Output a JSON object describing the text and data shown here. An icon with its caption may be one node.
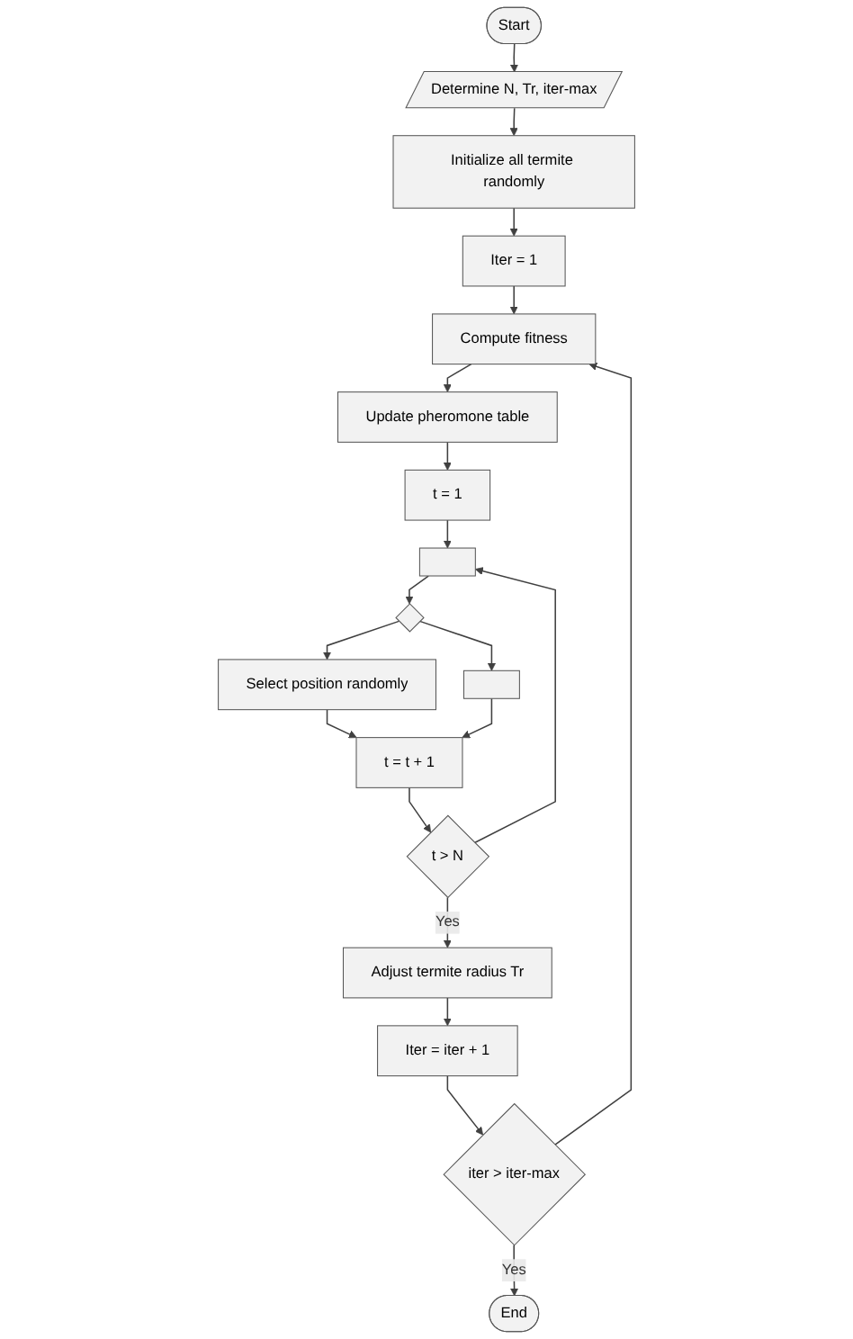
{
  "diagram": {
    "nodes": [
      {
        "text": [
          "Start"
        ]
      },
      {
        "text": [
          "Determine N, Tr, iter-max"
        ]
      },
      {
        "text": [
          "Initialize all termite randomly"
        ]
      },
      {
        "text": [
          "Iter = 1"
        ]
      },
      {
        "text": [
          "Compute fitness"
        ]
      },
      {
        "text": [
          "Update pheromone table"
        ]
      },
      {
        "text": [
          "t = 1"
        ]
      },
      {
        "text": [],
        "shape": "box"
      },
      {
        "text": [],
        "shape": "diamond"
      },
      {
        "text": [
          "Select position randomly"
        ]
      },
      {
        "text": [],
        "shape": "box"
      },
      {
        "text": [
          "t = t + 1"
        ]
      },
      {
        "text": [
          "t > N"
        ]
      },
      {
        "text": [
          "Adjust termite radius Tr"
        ]
      },
      {
        "text": [
          "Iter = iter + 1"
        ]
      },
      {
        "text": [
          "iter  > iter-max"
        ]
      },
      {
        "text": [
          "End"
        ]
      }
    ],
    "edges": [
      {
        "from": 0,
        "to": 1,
        "arrow": "to"
      },
      {
        "from": 1,
        "to": 2,
        "arrow": "to"
      },
      {
        "from": 2,
        "to": 3,
        "arrow": "to"
      },
      {
        "from": 3,
        "to": 4,
        "arrow": "to"
      },
      {
        "from": 4,
        "to": 5,
        "arrow": "to"
      },
      {
        "from": 5,
        "to": 6,
        "arrow": "to"
      },
      {
        "from": 6,
        "to": 7,
        "arrow": "to"
      },
      {
        "from": 7,
        "to": 8,
        "arrow": "to"
      },
      {
        "from": 8,
        "to": 9,
        "arrow": "to"
      },
      {
        "from": 8,
        "to": 10,
        "arrow": "to"
      },
      {
        "from": 9,
        "to": 11,
        "arrow": "to"
      },
      {
        "from": 10,
        "to": 11,
        "arrow": "to"
      },
      {
        "from": 11,
        "to": 12,
        "arrow": "to"
      },
      {
        "from": 12,
        "to": 7,
        "arrow": "to"
      },
      {
        "from": 12,
        "to": 13,
        "label": "Yes",
        "arrow": "to"
      },
      {
        "from": 13,
        "to": 14,
        "arrow": "to"
      },
      {
        "from": 14,
        "to": 15,
        "arrow": "to"
      },
      {
        "from": 15,
        "to": 4,
        "arrow": "to"
      },
      {
        "from": 15,
        "to": 16,
        "label": "Yes",
        "arrow": "to"
      }
    ]
  }
}
